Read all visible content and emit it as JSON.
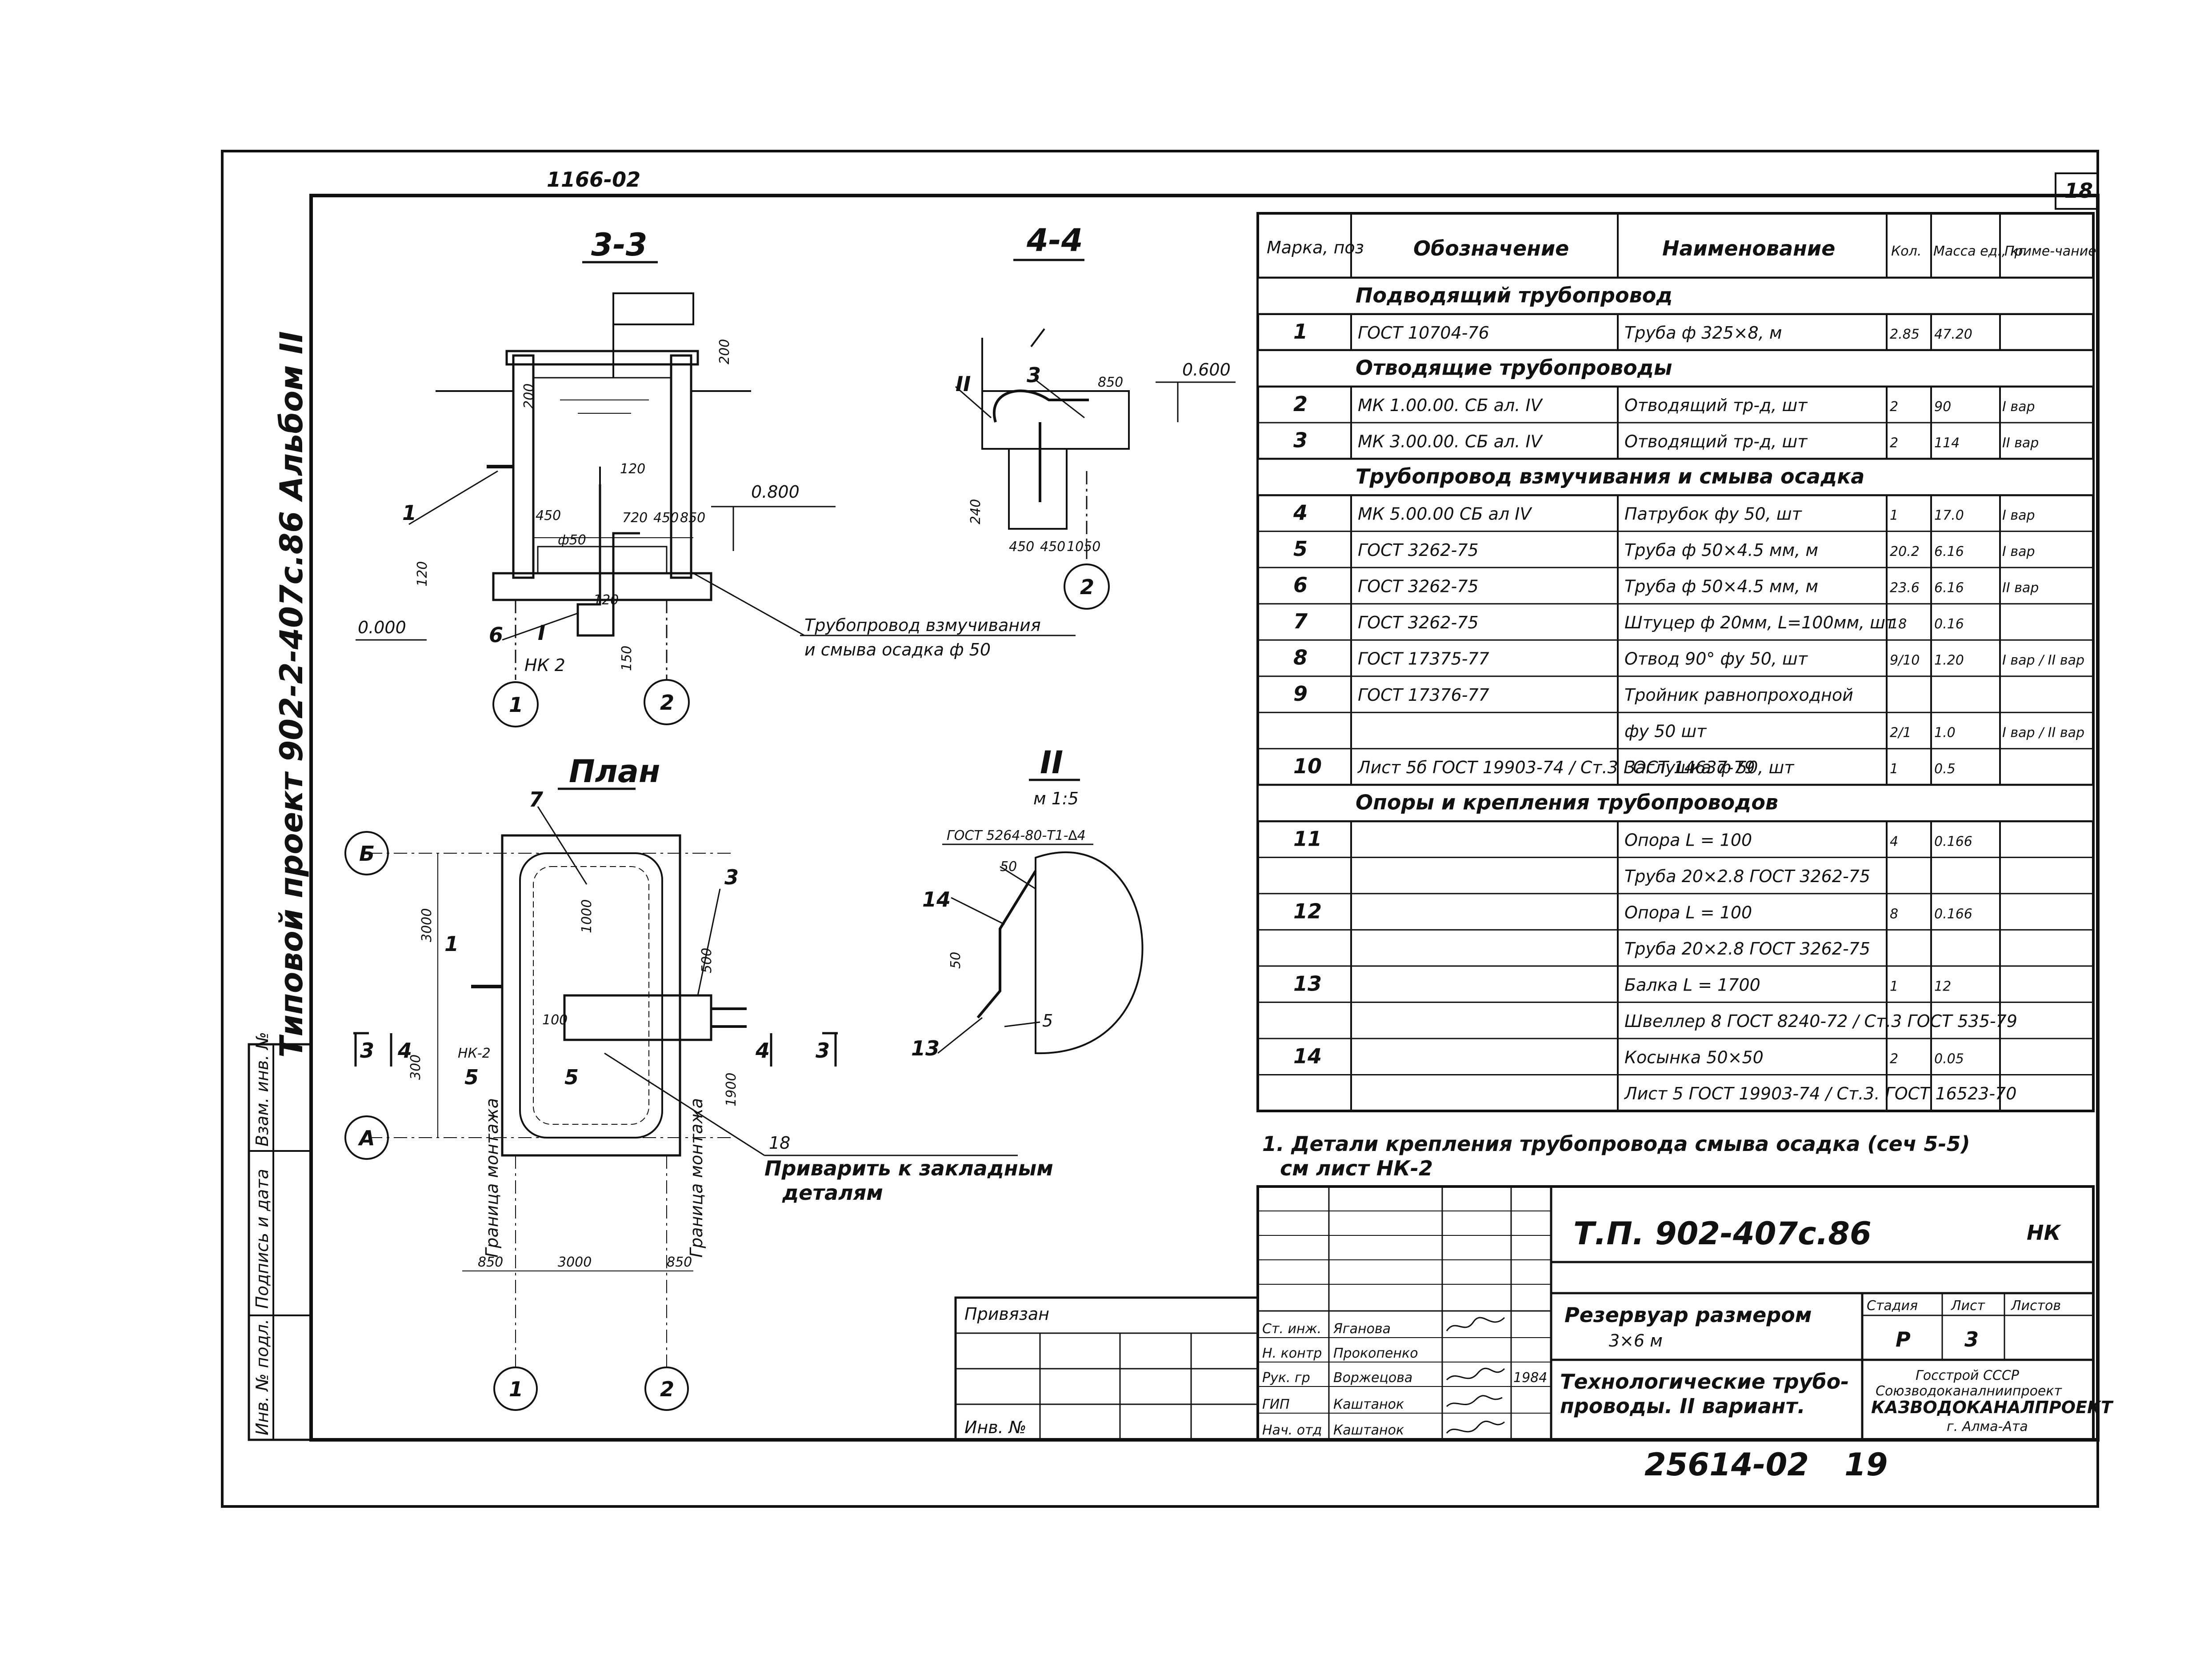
{
  "sheet": {
    "top_code": "1166-02",
    "corner_page": "18",
    "album_side": "Типовой проект   902-2-407с.86   Альбом II",
    "bottom_code": "25614-02",
    "bottom_page": "19"
  },
  "drawings": {
    "section_33": {
      "title": "3-3",
      "dims": [
        "200",
        "200",
        "120",
        "450",
        "720",
        "450",
        "850",
        "ф50",
        "120",
        "150",
        "120",
        "0.800",
        "0.000"
      ],
      "callouts": [
        "1",
        "6",
        "I",
        "НК 2"
      ],
      "axes": [
        "1",
        "2"
      ],
      "note_line1": "Трубопровод взмучивания",
      "note_line2": "и смыва осадка ф 50"
    },
    "section_44": {
      "title": "4-4",
      "dims": [
        "850",
        "0.600",
        "240",
        "450",
        "450",
        "1050"
      ],
      "callouts": [
        "II",
        "3"
      ],
      "axes": [
        "2"
      ]
    },
    "detail_II": {
      "title": "II",
      "scale": "м 1:5",
      "gost": "ГОСТ 5264-80-Т1-∆4",
      "dims": [
        "50",
        "50"
      ],
      "callouts": [
        "14",
        "13",
        "5"
      ]
    },
    "plan": {
      "title": "План",
      "axes_rows": [
        "Б",
        "А"
      ],
      "axes_cols": [
        "1",
        "2"
      ],
      "dims": [
        "3000",
        "3000",
        "1000",
        "500",
        "1900",
        "850",
        "3000",
        "850",
        "НК-2",
        "100",
        "300"
      ],
      "callouts": [
        "7",
        "3",
        "1",
        "5",
        "5",
        "18"
      ],
      "section_marks": [
        "3",
        "4",
        "4",
        "3"
      ],
      "border_left": "Граница монтажа",
      "border_right": "Граница монтажа",
      "weld_note_line1": "Приварить к закладным",
      "weld_note_line2": "деталям"
    }
  },
  "spec": {
    "headers": [
      "Марка, поз",
      "Обозначение",
      "Наименование",
      "Кол.",
      "Масса ед., кг",
      "Приме-чание"
    ],
    "rows": [
      {
        "type": "section",
        "text": "Подводящий    трубопровод"
      },
      {
        "type": "row",
        "pos": "1",
        "des": "ГОСТ  10704-76",
        "name": "Труба  ф 325×8,        м",
        "qty": "2.85",
        "mass": "47.20",
        "note": ""
      },
      {
        "type": "section",
        "text": "Отводящие    трубопроводы"
      },
      {
        "type": "row",
        "pos": "2",
        "des": "МК  1.00.00. СБ  ал. IV",
        "name": "Отводящий тр-д,  шт",
        "qty": "2",
        "mass": "90",
        "note": "I вар"
      },
      {
        "type": "row",
        "pos": "3",
        "des": "МК  3.00.00. СБ  ал. IV",
        "name": "Отводящий тр-д,   шт",
        "qty": "2",
        "mass": "114",
        "note": "II вар"
      },
      {
        "type": "section",
        "text": "Трубопровод  взмучивания    и   смыва    осадка"
      },
      {
        "type": "row",
        "pos": "4",
        "des": "МК   5.00.00 СБ  ал IV",
        "name": "Патрубок  фу 50,   шт",
        "qty": "1",
        "mass": "17.0",
        "note": "I вар"
      },
      {
        "type": "row",
        "pos": "5",
        "des": "ГОСТ   3262-75",
        "name": "Труба  ф 50×4.5 мм,   м",
        "qty": "20.2",
        "mass": "6.16",
        "note": "I вар"
      },
      {
        "type": "row",
        "pos": "6",
        "des": "ГОСТ   3262-75",
        "name": "Труба  ф 50×4.5 мм,  м",
        "qty": "23.6",
        "mass": "6.16",
        "note": "II вар"
      },
      {
        "type": "row",
        "pos": "7",
        "des": "ГОСТ   3262-75",
        "name": "Штуцер ф 20мм, L=100мм, шт",
        "qty": "18",
        "mass": "0.16",
        "note": ""
      },
      {
        "type": "row",
        "pos": "8",
        "des": "ГОСТ  17375-77",
        "name": "Отвод 90° фу 50,  шт",
        "qty": "9/10",
        "mass": "1.20",
        "note": "I вар / II вар"
      },
      {
        "type": "row",
        "pos": "9",
        "des": "ГОСТ  17376-77",
        "name": "Тройник  равнопроходной",
        "qty": "",
        "mass": "",
        "note": ""
      },
      {
        "type": "row",
        "pos": "",
        "des": "",
        "name": "фу 50                 шт",
        "qty": "2/1",
        "mass": "1.0",
        "note": "I вар / II вар"
      },
      {
        "type": "row",
        "pos": "10",
        "des": "Лист  5б ГОСТ 19903-74 / Ст.3 ГОСТ 14637-79",
        "name": "Заглушка   ф 50,  шт",
        "qty": "1",
        "mass": "0.5",
        "note": ""
      },
      {
        "type": "section",
        "text": "Опоры    и   крепления    трубопроводов"
      },
      {
        "type": "row",
        "pos": "11",
        "des": "",
        "name": "Опора    L = 100",
        "qty": "4",
        "mass": "0.166",
        "note": ""
      },
      {
        "type": "row",
        "pos": "",
        "des": "",
        "name": "Труба 20×2.8 ГОСТ 3262-75",
        "qty": "",
        "mass": "",
        "note": ""
      },
      {
        "type": "row",
        "pos": "12",
        "des": "",
        "name": "Опора    L = 100",
        "qty": "8",
        "mass": "0.166",
        "note": ""
      },
      {
        "type": "row",
        "pos": "",
        "des": "",
        "name": "Труба 20×2.8 ГОСТ 3262-75",
        "qty": "",
        "mass": "",
        "note": ""
      },
      {
        "type": "row",
        "pos": "13",
        "des": "",
        "name": "Балка    L = 1700",
        "qty": "1",
        "mass": "12",
        "note": ""
      },
      {
        "type": "row",
        "pos": "",
        "des": "",
        "name": "Швеллер  8 ГОСТ 8240-72 / Ст.3 ГОСТ 535-79",
        "qty": "",
        "mass": "",
        "note": ""
      },
      {
        "type": "row",
        "pos": "14",
        "des": "",
        "name": "Косынка    50×50",
        "qty": "2",
        "mass": "0.05",
        "note": ""
      },
      {
        "type": "row",
        "pos": "",
        "des": "",
        "name": "Лист  5 ГОСТ 19903-74 / Ст.3. ГОСТ 16523-70",
        "qty": "",
        "mass": "",
        "note": ""
      }
    ]
  },
  "note": {
    "line1": "1. Детали   крепления   трубопровода   смыва   осадка   (сеч 5-5)",
    "line2": "см  лист  НК-2"
  },
  "title_block": {
    "project_code": "Т.П.  902-407с.86",
    "sheet_code": "НК",
    "object": "Резервуар   размером",
    "object_size": "3×6 м",
    "content_line1": "Технологические  трубо-",
    "content_line2": "проводы.   II вариант.",
    "stage_label": "Стадия",
    "sheet_label": "Лист",
    "sheets_label": "Листов",
    "stage": "Р",
    "sheet_no": "3",
    "org_line1": "Госстрой СССР",
    "org_line2": "Союзводоканалниипроект",
    "org_line3": "КАЗВОДОКАНАЛПРОЕКТ",
    "org_line4": "г. Алма-Ата",
    "tied_label": "Привязан",
    "inv_label": "Инв. №",
    "year": "1984",
    "roles": [
      {
        "role": "Ст. инж.",
        "name": "Яганова"
      },
      {
        "role": "Н. контр",
        "name": "Прокопенко"
      },
      {
        "role": "Рук. гр",
        "name": "Воржецова"
      },
      {
        "role": "ГИП",
        "name": "Каштанок"
      },
      {
        "role": "Нач. отд",
        "name": "Каштанок"
      }
    ]
  },
  "left_stamp": [
    "Инв. № подл.",
    "Подпись и дата",
    "Взам. инв. №"
  ]
}
